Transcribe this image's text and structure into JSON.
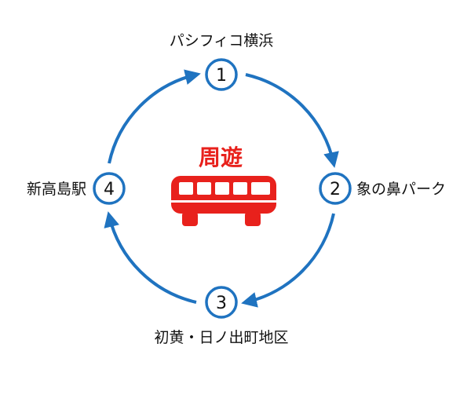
{
  "center": {
    "title": "周遊"
  },
  "stops": [
    {
      "number": "1",
      "name": "パシフィコ横浜"
    },
    {
      "number": "2",
      "name": "象の鼻パーク"
    },
    {
      "number": "3",
      "name": "初黄・日ノ出町地区"
    },
    {
      "number": "4",
      "name": "新高島駅"
    }
  ],
  "colors": {
    "route": "#1f73c0",
    "bus": "#e8211c",
    "circle_stroke": "#1f73c0",
    "text": "#111111"
  },
  "icons": {
    "vehicle": "bus-icon",
    "arrow": "arrow-icon"
  }
}
